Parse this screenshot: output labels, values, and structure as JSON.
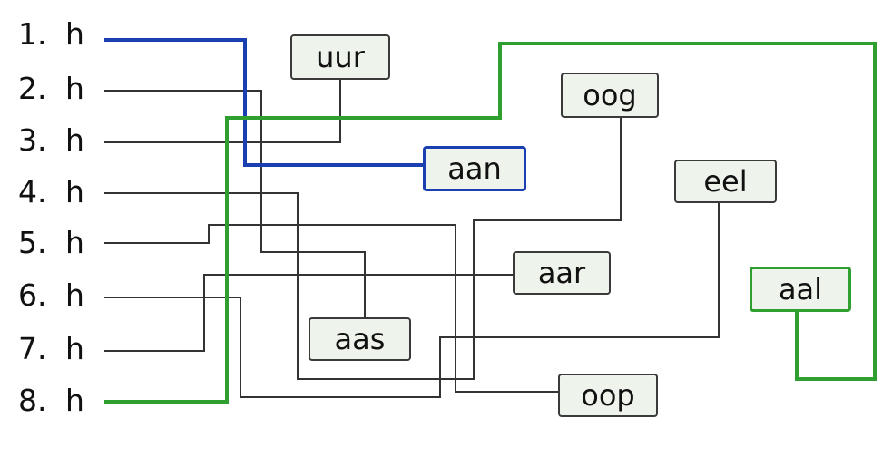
{
  "rows": [
    {
      "number": "1.",
      "prefix": "h"
    },
    {
      "number": "2.",
      "prefix": "h"
    },
    {
      "number": "3.",
      "prefix": "h"
    },
    {
      "number": "4.",
      "prefix": "h"
    },
    {
      "number": "5.",
      "prefix": "h"
    },
    {
      "number": "6.",
      "prefix": "h"
    },
    {
      "number": "7.",
      "prefix": "h"
    },
    {
      "number": "8.",
      "prefix": "h"
    }
  ],
  "words": {
    "uur": "uur",
    "oog": "oog",
    "aan": "aan",
    "eel": "eel",
    "aar": "aar",
    "aal": "aal",
    "aas": "aas",
    "oop": "oop"
  },
  "colors": {
    "line": "#333333",
    "answer_blue": "#1a3fb0",
    "answer_green": "#2fa02f"
  }
}
